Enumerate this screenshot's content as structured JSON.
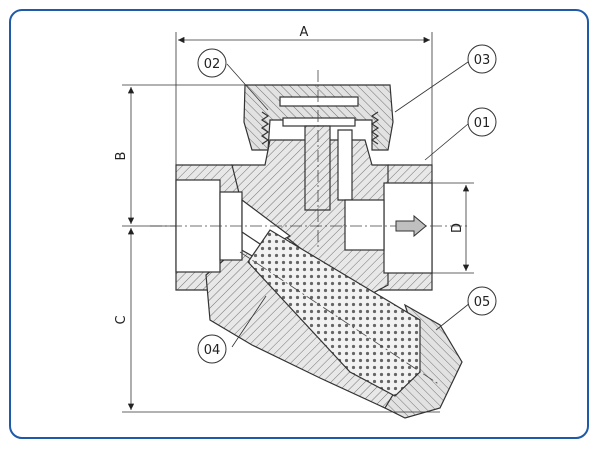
{
  "frame": {
    "border_color": "#1e5aa8"
  },
  "dimensions": {
    "a": "A",
    "b": "B",
    "c": "C",
    "d": "D"
  },
  "callouts": [
    {
      "id": "p01",
      "text": "01"
    },
    {
      "id": "p02",
      "text": "02"
    },
    {
      "id": "p03",
      "text": "03"
    },
    {
      "id": "p04",
      "text": "04"
    },
    {
      "id": "p05",
      "text": "05"
    }
  ],
  "icons": [
    "flow-arrow-icon"
  ]
}
